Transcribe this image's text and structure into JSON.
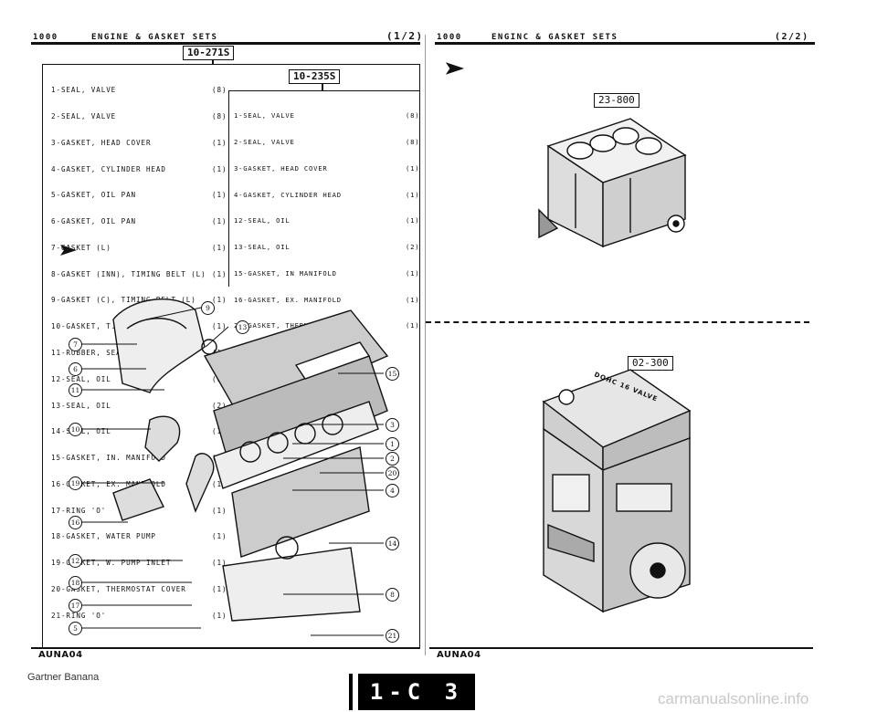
{
  "left_page": {
    "header": {
      "model": "1000",
      "title": "ENGINE & GASKET SETS",
      "page": "(1/2)"
    },
    "kit_label": "10-271S",
    "parts": [
      {
        "name": "1-SEAL, VALVE",
        "qty": "(8)"
      },
      {
        "name": "2-SEAL, VALVE",
        "qty": "(8)"
      },
      {
        "name": "3-GASKET, HEAD COVER",
        "qty": "(1)"
      },
      {
        "name": "4-GASKET, CYLINDER HEAD",
        "qty": "(1)"
      },
      {
        "name": "5-GASKET, OIL PAN",
        "qty": "(1)"
      },
      {
        "name": "6-GASKET, OIL PAN",
        "qty": "(1)"
      },
      {
        "name": "7-GASKET (L)",
        "qty": "(1)"
      },
      {
        "name": "8-GASKET (INN), TIMING BELT (L)",
        "qty": "(1)"
      },
      {
        "name": "9-GASKET (C), TIMING BELT (L)",
        "qty": "(1)"
      },
      {
        "name": "10-GASKET, T. BELT COVER-C.",
        "qty": "(1)"
      },
      {
        "name": "11-RUBBER, SEAL-SEAL PLATE",
        "qty": "(1)"
      },
      {
        "name": "12-SEAL, OIL",
        "qty": "(1)"
      },
      {
        "name": "13-SEAL, OIL",
        "qty": "(2)"
      },
      {
        "name": "14-SEAL, OIL",
        "qty": "(1)"
      },
      {
        "name": "15-GASKET, IN. MANIFOLD",
        "qty": "(1)"
      },
      {
        "name": "16-GASKET, EX. MANIFOLD",
        "qty": "(1)"
      },
      {
        "name": "17-RING 'O'",
        "qty": "(1)"
      },
      {
        "name": "18-GASKET, WATER PUMP",
        "qty": "(1)"
      },
      {
        "name": "19-GASKET, W. PUMP INLET",
        "qty": "(1)"
      },
      {
        "name": "20-GASKET, THERMOSTAT COVER",
        "qty": "(1)"
      },
      {
        "name": "21-RING 'O'",
        "qty": "(1)"
      }
    ],
    "sub_kit": {
      "label": "10-235S",
      "parts": [
        {
          "name": "1-SEAL, VALVE",
          "qty": "(8)"
        },
        {
          "name": "2-SEAL, VALVE",
          "qty": "(8)"
        },
        {
          "name": "3-GASKET, HEAD COVER",
          "qty": "(1)"
        },
        {
          "name": "4-GASKET, CYLINDER HEAD",
          "qty": "(1)"
        },
        {
          "name": "12-SEAL, OIL",
          "qty": "(1)"
        },
        {
          "name": "13-SEAL, OIL",
          "qty": "(2)"
        },
        {
          "name": "15-GASKET, IN MANIFOLD",
          "qty": "(1)"
        },
        {
          "name": "16-GASKET, EX. MANIFOLD",
          "qty": "(1)"
        },
        {
          "name": "20-GASKET, THERMOSTAT COVER",
          "qty": "(1)"
        }
      ]
    },
    "callouts_left": [
      "7",
      "6",
      "11",
      "10",
      "19",
      "16",
      "12",
      "18",
      "17",
      "5"
    ],
    "callouts_right": [
      "9",
      "13",
      "15",
      "3",
      "1",
      "2",
      "20",
      "4",
      "14",
      "8",
      "21"
    ],
    "code": "AUNA04"
  },
  "right_page": {
    "header": {
      "model": "1000",
      "title": "ENGINC & GASKET SETS",
      "page": "(2/2)"
    },
    "block_label": "23-800",
    "engine_label": "02-300",
    "engine_text": "DOHC 16 VALVE",
    "code": "AUNA04"
  },
  "footer": {
    "credit": "Gartner Banana",
    "section": "1-C 3",
    "watermark": "carmanualsonline.info"
  }
}
